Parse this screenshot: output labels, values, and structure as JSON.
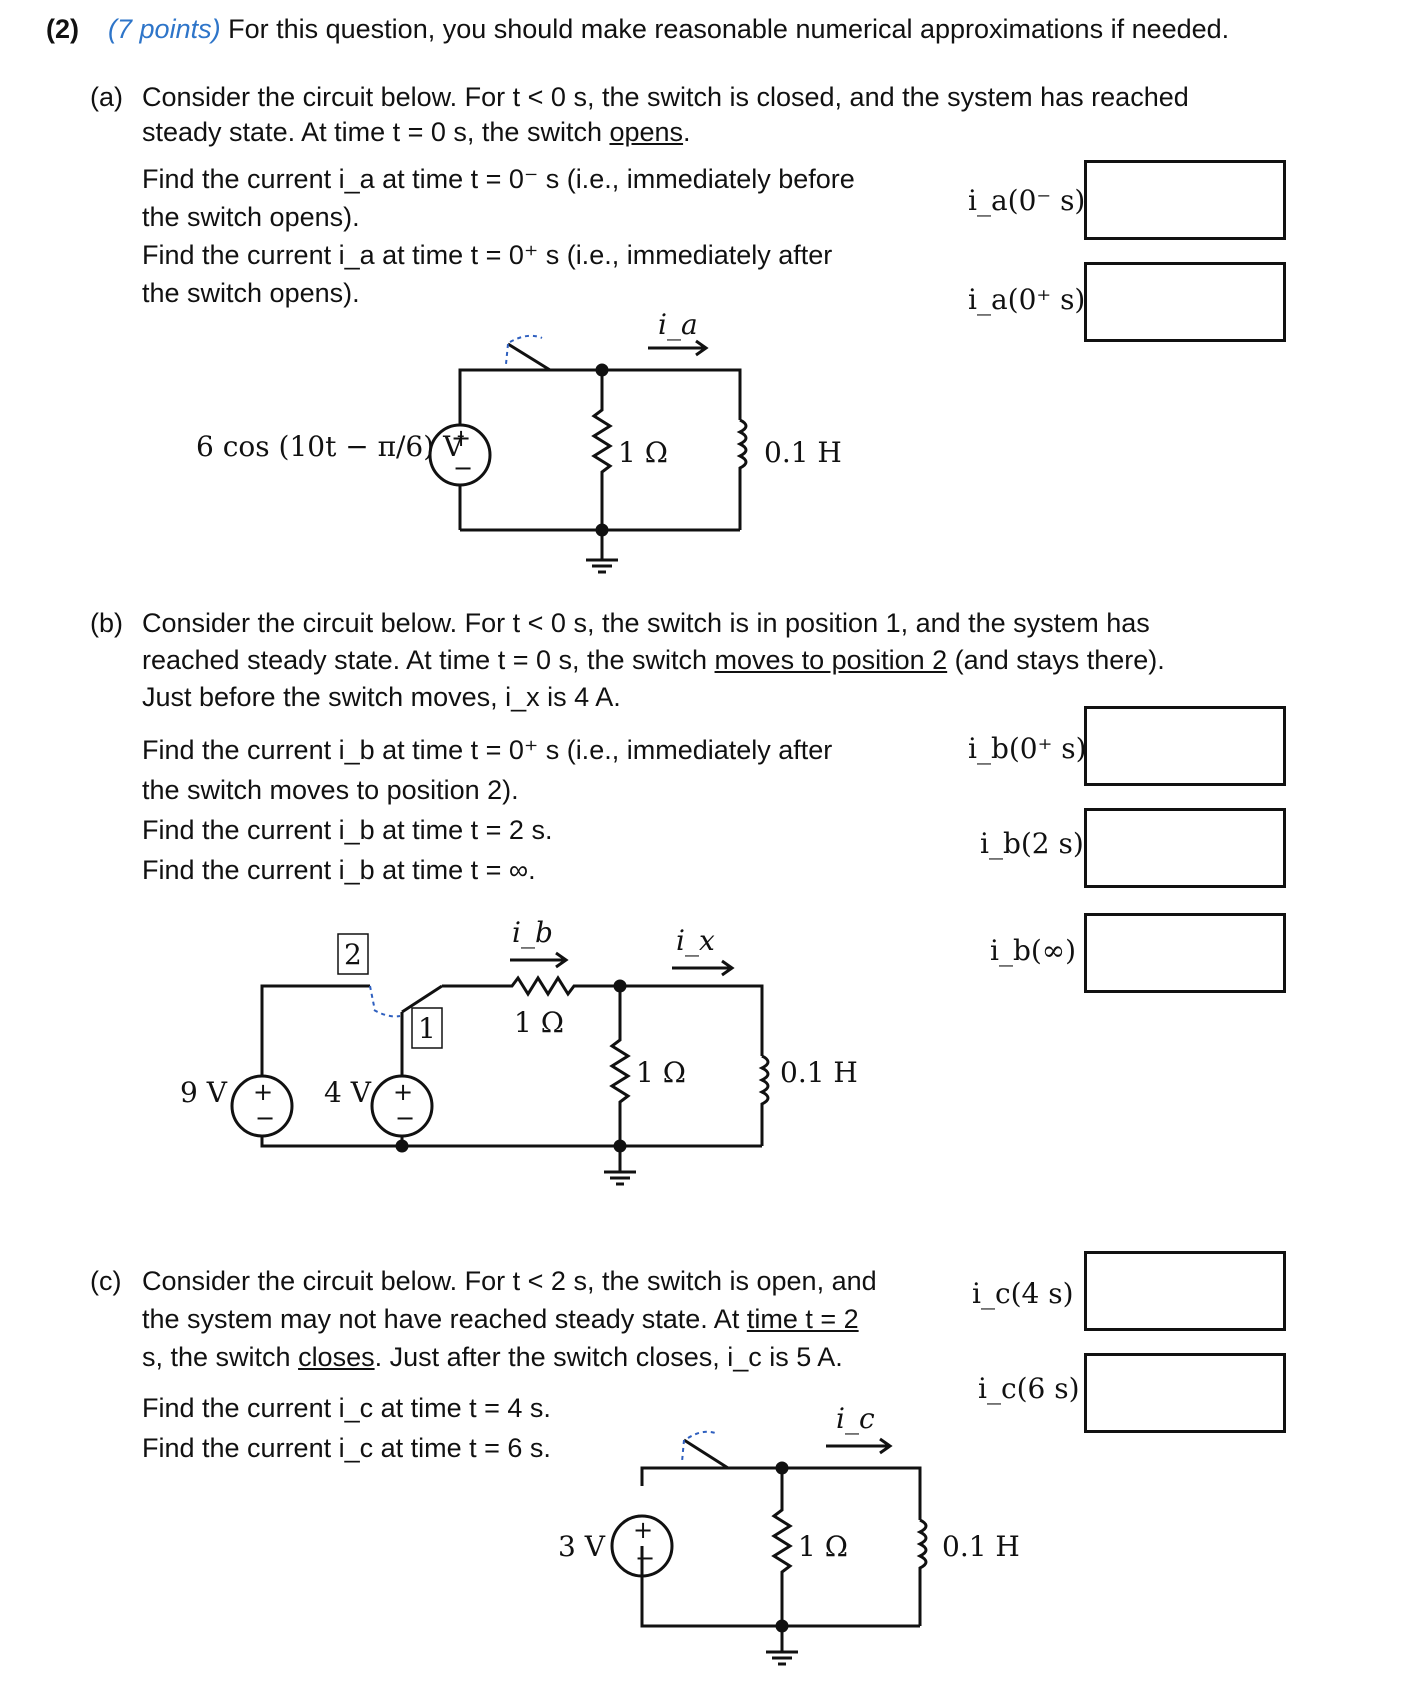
{
  "header": {
    "number": "(2)",
    "points": "(7 points)",
    "instruction": "For this question, you should make reasonable numerical approximations if needed."
  },
  "part_a": {
    "label": "(a)",
    "intro_line1": "Consider the circuit below. For t < 0 s, the switch is closed, and the system has reached",
    "intro_line2_pre": "steady state. At time t = 0 s, the switch ",
    "intro_line2_u": "opens",
    "intro_line2_post": ".",
    "q1_line1": "Find the current i_a at time t = 0⁻ s (i.e., immediately before",
    "q1_line2": "the switch opens).",
    "q2_line1": "Find the current i_a at time t = 0⁺ s (i.e., immediately after",
    "q2_line2": "the switch opens).",
    "answer1_label": "i_a(0⁻ s)",
    "answer2_label": "i_a(0⁺ s)",
    "circuit": {
      "source": "6 cos (10t − π/6) V",
      "resistor": "1 Ω",
      "inductor": "0.1 H",
      "current": "i_a"
    }
  },
  "part_b": {
    "label": "(b)",
    "intro_line1": "Consider the circuit below. For t < 0 s, the switch is in position 1, and the system has",
    "intro_line2_pre": "reached steady state. At time t = 0 s, the switch ",
    "intro_line2_u": "moves to position 2",
    "intro_line2_post": " (and stays there).",
    "intro_line3": "Just before the switch moves, i_x is 4 A.",
    "q1_line1": "Find the current i_b at time t = 0⁺ s (i.e., immediately after",
    "q1_line2": "the switch moves to position 2).",
    "q2": "Find the current i_b at time t = 2 s.",
    "q3": "Find the current i_b at time t = ∞.",
    "answer1_label": "i_b(0⁺ s)",
    "answer2_label": "i_b(2 s)",
    "answer3_label": "i_b(∞)",
    "circuit": {
      "source1": "9 V",
      "source2": "4 V",
      "pos2": "2",
      "pos1": "1",
      "series_resistor": "1 Ω",
      "shunt_resistor": "1 Ω",
      "inductor": "0.1 H",
      "current_b": "i_b",
      "current_x": "i_x"
    }
  },
  "part_c": {
    "label": "(c)",
    "intro_line1": "Consider the circuit below. For t < 2 s, the switch is open, and",
    "intro_line2_pre": "the system may not have reached steady state. At ",
    "intro_line2_u": "time t = 2",
    "intro_line3_pre": "s, the switch ",
    "intro_line3_u": "closes",
    "intro_line3_post": ". Just after the switch closes, i_c is 5 A.",
    "q1": "Find the current i_c at time t = 4 s.",
    "q2": "Find the current i_c at time t = 6 s.",
    "answer1_label": "i_c(4 s)",
    "answer2_label": "i_c(6 s)",
    "circuit": {
      "source": "3 V",
      "resistor": "1 Ω",
      "inductor": "0.1 H",
      "current": "i_c"
    }
  }
}
